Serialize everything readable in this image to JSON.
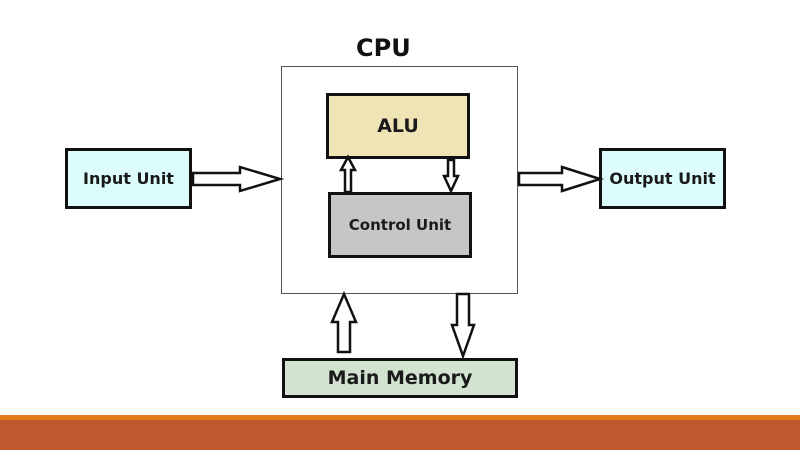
{
  "diagram": {
    "title": "CPU",
    "nodes": {
      "cpu": "CPU",
      "alu": "ALU",
      "control_unit": "Control Unit",
      "input_unit": "Input Unit",
      "output_unit": "Output Unit",
      "main_memory": "Main Memory"
    },
    "edges": [
      {
        "from": "Input Unit",
        "to": "CPU"
      },
      {
        "from": "CPU",
        "to": "Output Unit"
      },
      {
        "from": "Control Unit",
        "to": "ALU"
      },
      {
        "from": "ALU",
        "to": "Control Unit"
      },
      {
        "from": "Main Memory",
        "to": "CPU"
      },
      {
        "from": "CPU",
        "to": "Main Memory"
      }
    ],
    "colors": {
      "alu": "#efe4b6",
      "control_unit": "#c6c6c6",
      "io_units": "#ddfdfd",
      "main_memory": "#d2e3d0",
      "footer_bar": "#bf582d"
    }
  }
}
